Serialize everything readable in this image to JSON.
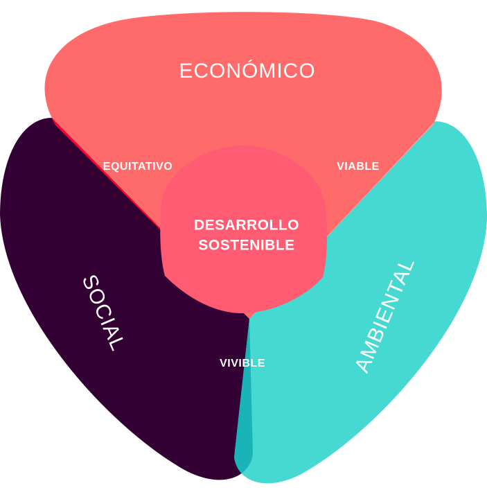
{
  "diagram": {
    "sets": {
      "economico": {
        "label": "ECONÓMICO",
        "color": "#ff6b6b"
      },
      "social": {
        "label": "SOCIAL",
        "color": "#330033"
      },
      "ambiental": {
        "label": "AMBIENTAL",
        "color": "#45d9d1"
      }
    },
    "intersections": {
      "equitativo": {
        "label": "EQUITATIVO",
        "color": "#ff0033"
      },
      "viable": {
        "label": "VIABLE",
        "color": "#ffaaaa"
      },
      "vivible": {
        "label": "VIVIBLE",
        "color": "#1ab4b8"
      },
      "center": {
        "line1": "DESARROLLO",
        "line2": "SOSTENIBLE",
        "color": "#ff5c74"
      }
    }
  }
}
